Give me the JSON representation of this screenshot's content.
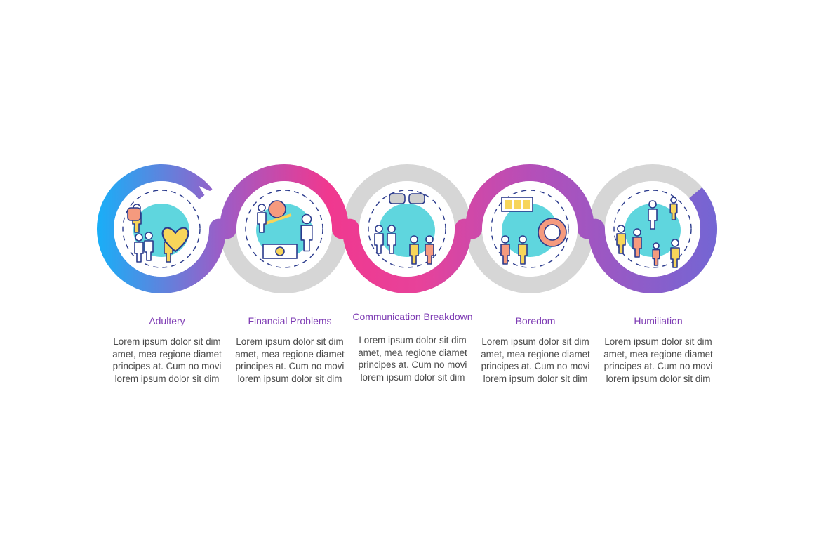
{
  "steps": [
    {
      "title": "Adultery",
      "text": "Lorem ipsum dolor sit dim amet, mea regione diamet principes at. Cum no movi lorem ipsum dolor sit dim",
      "icon": "adultery-icon"
    },
    {
      "title": "Financial Problems",
      "text": "Lorem ipsum dolor sit dim amet, mea regione diamet principes at. Cum no movi lorem ipsum dolor sit dim",
      "icon": "financial-problems-icon"
    },
    {
      "title": "Communication Breakdown",
      "text": "Lorem ipsum dolor sit dim amet, mea regione diamet principes at. Cum no movi lorem ipsum dolor sit dim",
      "icon": "communication-breakdown-icon"
    },
    {
      "title": "Boredom",
      "text": "Lorem ipsum dolor sit dim amet, mea regione diamet principes at. Cum no movi lorem ipsum dolor sit dim",
      "icon": "boredom-icon"
    },
    {
      "title": "Humiliation",
      "text": "Lorem ipsum dolor sit dim amet, mea regione diamet principes at. Cum no movi lorem ipsum dolor sit dim",
      "icon": "humiliation-icon"
    }
  ],
  "colors": {
    "blue": "#1aaef7",
    "purple": "#9b5cc4",
    "pink": "#f0388f",
    "violet": "#7a64d2",
    "gray": "#d6d6d6",
    "cyan": "#5fd6de",
    "title": "#7e3cb4"
  }
}
